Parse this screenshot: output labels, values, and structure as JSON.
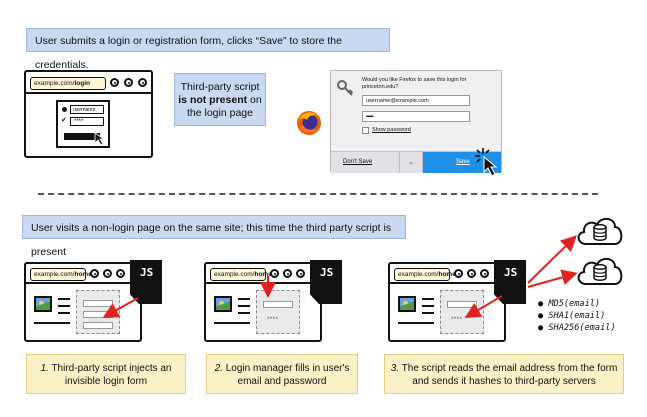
{
  "top_banner": "User submits a login or registration form, clicks “Save” to store the credentials.",
  "window1": {
    "url_prefix": "example.com/",
    "url_path": "login",
    "username_hint": "username",
    "password_mask": "****"
  },
  "callout": {
    "line1": "Third-party script",
    "line2": "is not present",
    "line3": "on",
    "line4": "the login page"
  },
  "firefox_prompt": {
    "message": "Would you like Firefox to save this login for princeton.edu?",
    "username": "username@example.com",
    "password": "•••••••••",
    "show_password": "Show password",
    "dont_save": "Don't Save",
    "save": "Save"
  },
  "bottom_banner": "User visits a non-login page on the same site; this time the third party script is present",
  "windows_bottom": {
    "url_prefix": "example.com/",
    "url_path": "home",
    "js_label": "JS",
    "password_mask": "****"
  },
  "hashes": [
    "MD5(email)",
    "SHA1(email)",
    "SHA256(email)"
  ],
  "captions": [
    {
      "num": "1.",
      "text": "Third-party script injects an invisible login form"
    },
    {
      "num": "2.",
      "text": "Login manager fills in user's email and password"
    },
    {
      "num": "3.",
      "text": "The script reads the email address from the form and sends it hashes to third-party servers"
    }
  ],
  "colors": {
    "arrow": "#e0231f",
    "banner": "#c9d9f2",
    "caption": "#fbf1c6",
    "save_button": "#1f8fe8"
  },
  "icons": [
    "key-icon",
    "firefox-icon",
    "cursor-icon",
    "cloud-database-icon",
    "image-icon",
    "js-file-icon"
  ]
}
